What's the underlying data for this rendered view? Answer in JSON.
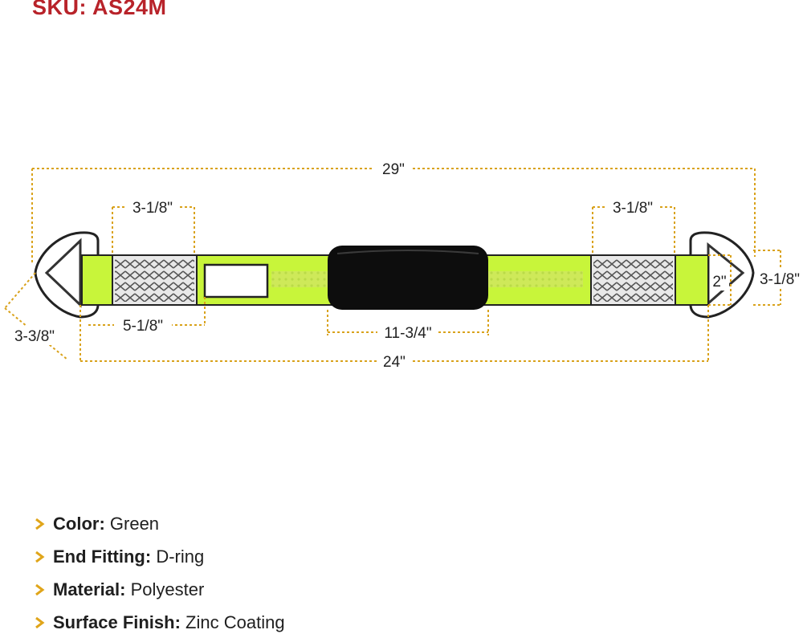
{
  "sku": "SKU: AS24M",
  "dimensions": {
    "overall": "29\"",
    "strap": "24\"",
    "left_sleeve": "3-1/8\"",
    "right_sleeve": "3-1/8\"",
    "label_offset": "5-1/8\"",
    "pad": "11-3/4\"",
    "ring_diagonal": "3-3/8\"",
    "ring_inner": "2\"",
    "ring_outer": "3-1/8\""
  },
  "specs": [
    {
      "key": "Color:",
      "value": "Green"
    },
    {
      "key": "End Fitting:",
      "value": "D-ring"
    },
    {
      "key": "Material:",
      "value": "Polyester"
    },
    {
      "key": "Surface Finish:",
      "value": "Zinc Coating"
    }
  ],
  "colors": {
    "sku": "#b8232a",
    "strap": "#c8f53a",
    "dimension_line": "#d9a21b",
    "bullet": "#e0a51a",
    "pad": "#0d0d0d"
  }
}
